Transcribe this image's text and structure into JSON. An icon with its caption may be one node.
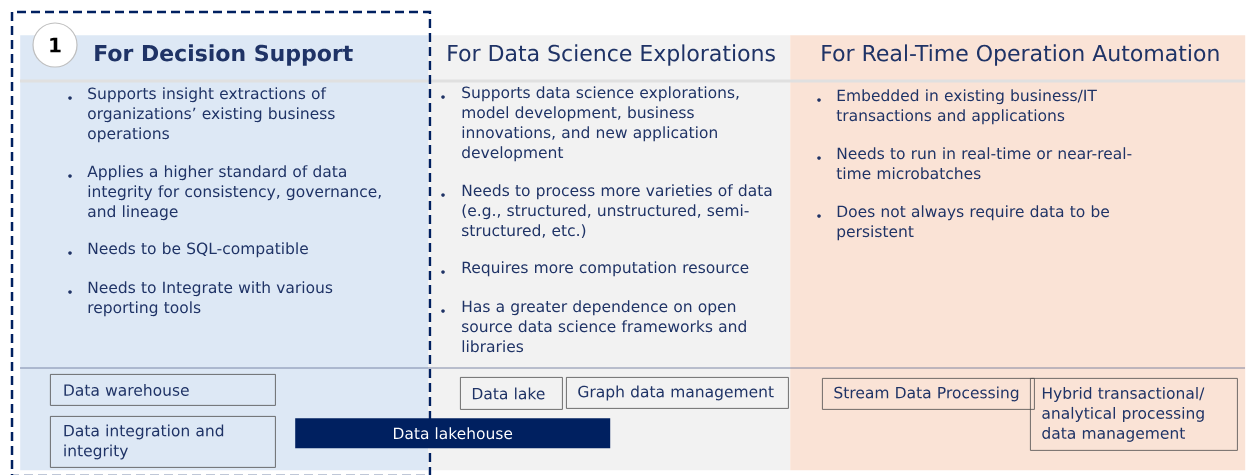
{
  "diagram": {
    "nodes": [
      {
        "text": [
          "For Decision Support",
          "Supports insight extractions of organizations’ existing business operations",
          "Applies a higher standard of data integrity for consistency, governance, and lineage",
          "Needs to be SQL-compatible",
          "Needs to Integrate with various reporting tools"
        ]
      },
      {
        "text": [
          "1"
        ]
      },
      {
        "text": [
          "Data warehouse"
        ],
        "in": 0
      },
      {
        "text": [
          "Data integration and integrity"
        ],
        "in": 0
      },
      {
        "text": [
          "For Data Science Explorations",
          "Supports data science explorations, model development, business innovations, and new application development",
          "Needs to process more varieties of data (e.g., structured, unstructured, semi-structured, etc.)",
          "Requires more computation resource",
          "Has a greater dependence on open source data science frameworks and libraries"
        ]
      },
      {
        "text": [
          "Data lake"
        ],
        "in": 4
      },
      {
        "text": [
          "Graph data management"
        ],
        "in": 4
      },
      {
        "text": [
          "For Real-Time Operation Automation",
          "Embedded in existing business/IT transactions and applications",
          "Needs to run in real-time or near-real-time microbatches",
          "Does not always require data to be persistent"
        ]
      },
      {
        "text": [
          "Stream Data Processing"
        ],
        "in": 7
      },
      {
        "text": [
          "Hybrid transactional/ analytical processing data management"
        ],
        "in": 7
      },
      {
        "text": [
          "Data lakehouse"
        ]
      }
    ]
  }
}
